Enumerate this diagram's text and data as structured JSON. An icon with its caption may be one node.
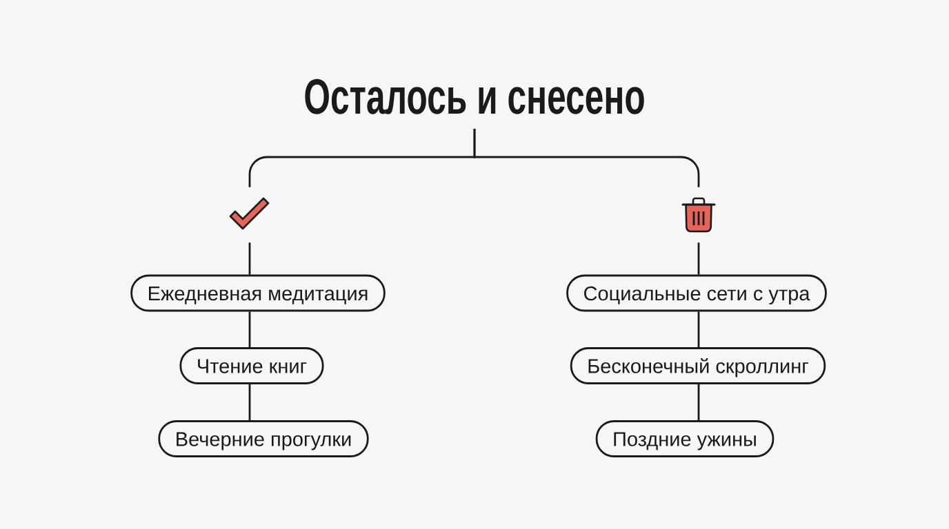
{
  "diagram": {
    "nodes": [
      {
        "text": [
          "Осталось и снесено"
        ]
      },
      {
        "text": [],
        "shape": "checkmark"
      },
      {
        "text": [
          "Ежедневная медитация"
        ]
      },
      {
        "text": [
          "Чтение книг"
        ]
      },
      {
        "text": [
          "Вечерние прогулки"
        ]
      },
      {
        "text": [],
        "shape": "trash"
      },
      {
        "text": [
          "Социальные сети с утра"
        ]
      },
      {
        "text": [
          "Бесконечный скроллинг"
        ]
      },
      {
        "text": [
          "Поздние ужины"
        ]
      }
    ],
    "edges": [
      {
        "from": 0,
        "to": 1,
        "arrow": "none"
      },
      {
        "from": 0,
        "to": 5,
        "arrow": "none"
      },
      {
        "from": 1,
        "to": 2,
        "arrow": "none"
      },
      {
        "from": 2,
        "to": 3,
        "arrow": "none"
      },
      {
        "from": 3,
        "to": 4,
        "arrow": "none"
      },
      {
        "from": 5,
        "to": 6,
        "arrow": "none"
      },
      {
        "from": 6,
        "to": 7,
        "arrow": "none"
      },
      {
        "from": 7,
        "to": 8,
        "arrow": "none"
      }
    ]
  }
}
